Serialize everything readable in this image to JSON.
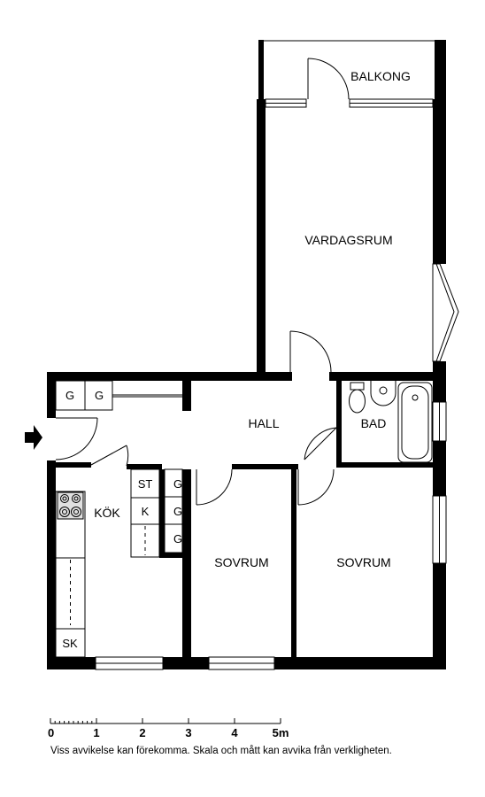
{
  "rooms": {
    "balkong": "BALKONG",
    "vardagsrum": "VARDAGSRUM",
    "hall": "HALL",
    "bad": "BAD",
    "kok": "KÖK",
    "sovrum_1": "SOVRUM",
    "sovrum_2": "SOVRUM"
  },
  "fixtures": {
    "wardrobe_hall_1": "G",
    "wardrobe_hall_2": "G",
    "stove_label": "ST",
    "fridge_label": "K",
    "wardrobe_bed_1": "G",
    "wardrobe_bed_2": "G",
    "wardrobe_bed_3": "G",
    "sink_label": "SK"
  },
  "scale": {
    "ticks": [
      "0",
      "1",
      "2",
      "3",
      "4",
      "5m"
    ]
  },
  "disclaimer": "Viss avvikelse kan förekomma. Skala och mått kan avvika från verkligheten.",
  "colors": {
    "wall": "#000000",
    "background": "#ffffff"
  },
  "icons": {
    "entrance": "entrance-arrow-icon"
  }
}
